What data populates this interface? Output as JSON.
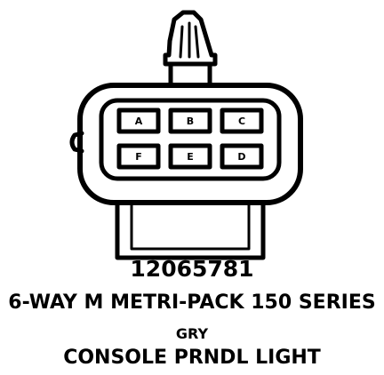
{
  "connector": {
    "part_number": "12065781",
    "description": "6-WAY M METRI-PACK 150 SERIES",
    "color": "GRY",
    "application": "CONSOLE PRNDL LIGHT",
    "cavities": {
      "top_row": [
        "A",
        "B",
        "C"
      ],
      "bottom_row": [
        "F",
        "E",
        "D"
      ]
    }
  }
}
